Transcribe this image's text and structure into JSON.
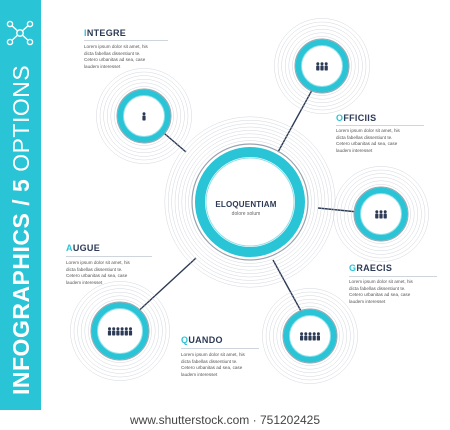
{
  "sidebar": {
    "title_bold": "INFOGRAPHICS / 5",
    "title_light": " OPTIONS",
    "logo_icon": "network-icon"
  },
  "center": {
    "title": "ELOQUENTIAM",
    "subtitle": "dolore solum"
  },
  "options": [
    {
      "first": "I",
      "rest": "NTEGRE",
      "lines": [
        "Lorem ipsum dolor sit amet, his",
        "dicta fabellas dissentiunt te.",
        "Cetero urbanitas ad sea, case",
        "laudem interesset"
      ],
      "icon": "1-person-icon"
    },
    {
      "first": "O",
      "rest": "FFICIIS",
      "lines": [
        "Lorem ipsum dolor sit amet, his",
        "dicta fabellas dissentiunt te.",
        "Cetero urbanitas ad sea, case",
        "laudem interesset"
      ],
      "icon": "3-people-icon"
    },
    {
      "first": "G",
      "rest": "RAECIS",
      "lines": [
        "Lorem ipsum dolor sit amet, his",
        "dicta fabellas dissentiunt te.",
        "Cetero urbanitas ad sea, case",
        "laudem interesset"
      ],
      "icon": "3-people-icon"
    },
    {
      "first": "Q",
      "rest": "UANDO",
      "lines": [
        "Lorem ipsum dolor sit amet, his",
        "dicta fabellas dissentiunt te.",
        "Cetero urbanitas ad sea, case",
        "laudem interesset"
      ],
      "icon": "5-people-icon"
    },
    {
      "first": "A",
      "rest": "UGUE",
      "lines": [
        "Lorem ipsum dolor sit amet, his",
        "dicta fabellas dissentiunt te.",
        "Cetero urbanitas ad sea, case",
        "laudem interesset"
      ],
      "icon": "6-people-icon"
    }
  ],
  "footer": {
    "text": "www.shutterstock.com · 751202425"
  },
  "colors": {
    "accent": "#29c4d6",
    "dark": "#2c3a55",
    "ring": "#c9cfd6"
  }
}
